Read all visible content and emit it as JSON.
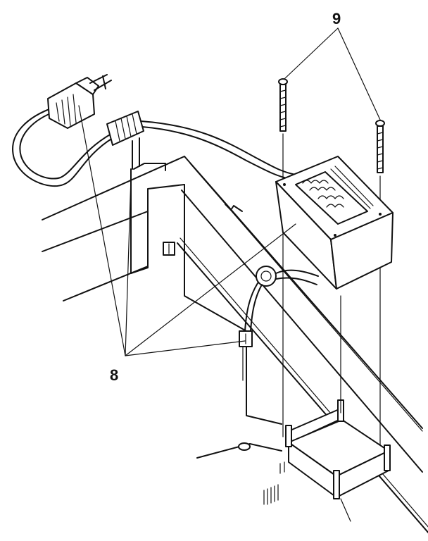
{
  "callouts": {
    "c8": "8",
    "c9": "9"
  },
  "parts": {
    "power_cord": "power-cord-with-plug",
    "cord_strain_relief": "strain-relief-bushing",
    "transformer": "power-transformer",
    "screws": "transformer-mounting-screws",
    "wire_clamp": "wire-clamp",
    "connector": "inline-connector",
    "mounting_bracket": "transformer-mounting-bracket"
  }
}
